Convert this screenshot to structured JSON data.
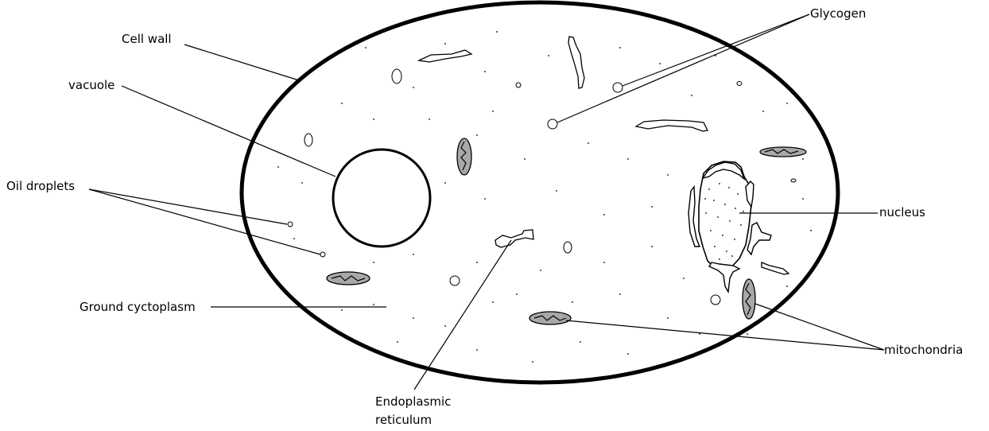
{
  "diagram": {
    "labels": {
      "cell_wall": "Cell wall",
      "vacuole": "vacuole",
      "oil_droplets": "Oil droplets",
      "ground_cytoplasm": "Ground cyctoplasm",
      "endoplasmic_reticulum_line1": "Endoplasmic",
      "endoplasmic_reticulum_line2": "reticulum",
      "glycogen": "Glycogen",
      "nucleus": "nucleus",
      "mitochondria": "mitochondria"
    },
    "colors": {
      "outline": "#000000",
      "mitochondria_fill": "#a8a8a8",
      "background": "#ffffff"
    }
  }
}
